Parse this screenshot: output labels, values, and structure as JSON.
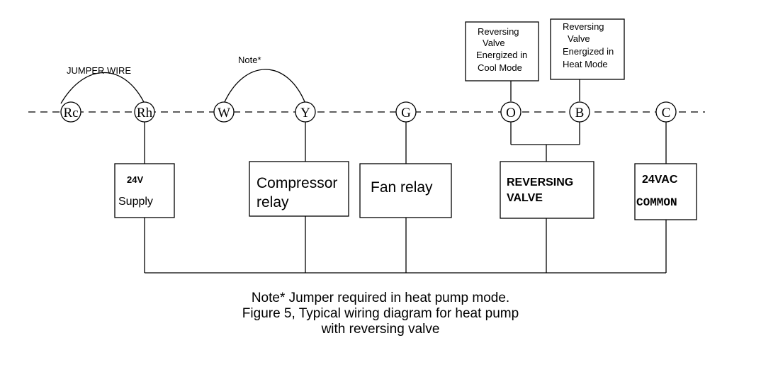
{
  "labels": {
    "jumper_wire": "JUMPER WIRE",
    "note": "Note*"
  },
  "terminals": {
    "rc": "Rc",
    "rh": "Rh",
    "w": "W",
    "y": "Y",
    "g": "G",
    "o": "O",
    "b": "B",
    "c": "C"
  },
  "boxes": {
    "supply": [
      "24V",
      "Supply"
    ],
    "compressor": [
      "Compressor",
      "relay"
    ],
    "fan": [
      "Fan relay"
    ],
    "reversing": [
      "REVERSING",
      "VALVE"
    ],
    "common": [
      "24VAC",
      "COMMON"
    ]
  },
  "notes": {
    "cool": [
      "Reversing",
      "Valve",
      "Energized in",
      "Cool Mode"
    ],
    "heat": [
      "Reversing",
      "Valve",
      "Energized in",
      "Heat  Mode"
    ]
  },
  "caption": {
    "line1": "Note* Jumper required in heat pump mode.",
    "line2": "Figure 5, Typical wiring diagram for heat pump",
    "line3": "with reversing valve"
  }
}
